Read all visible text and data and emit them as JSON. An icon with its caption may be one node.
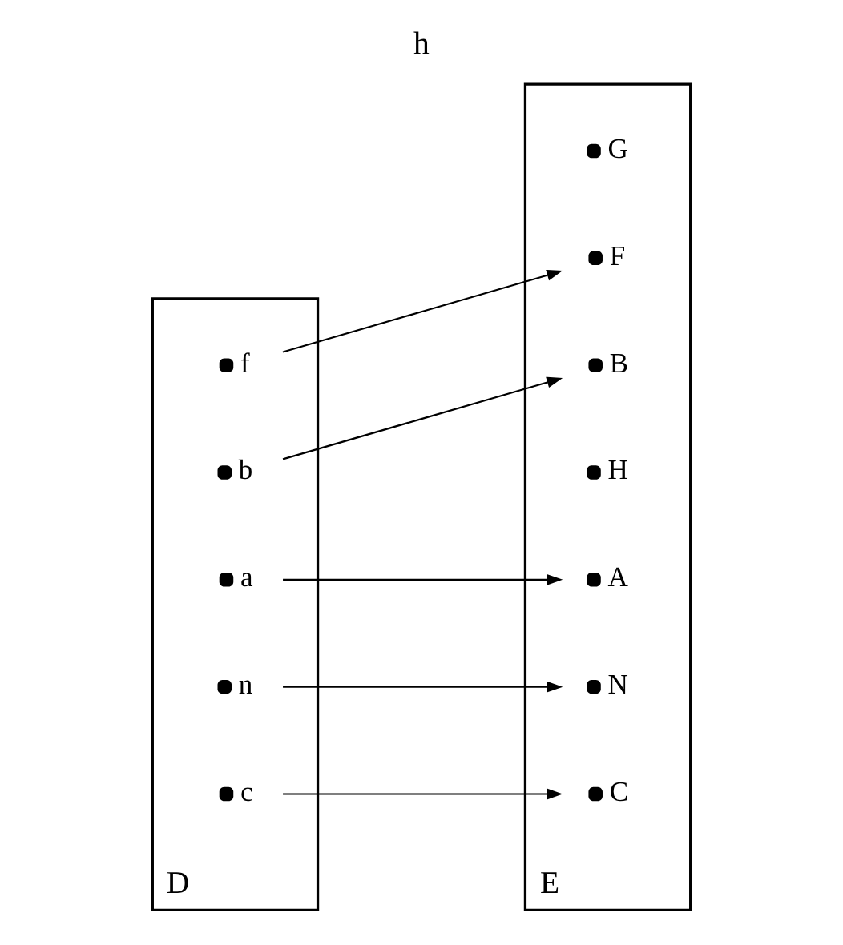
{
  "diagram": {
    "title": "h",
    "nodes": [
      {
        "text": [
          "D"
        ]
      },
      {
        "text": [
          "f"
        ],
        "in": 0
      },
      {
        "text": [
          "b"
        ],
        "in": 0
      },
      {
        "text": [
          "a"
        ],
        "in": 0
      },
      {
        "text": [
          "n"
        ],
        "in": 0
      },
      {
        "text": [
          "c"
        ],
        "in": 0
      },
      {
        "text": [
          "E"
        ]
      },
      {
        "text": [
          "B"
        ],
        "in": 6
      },
      {
        "text": [
          "G"
        ],
        "in": 6
      },
      {
        "text": [
          "F"
        ],
        "in": 6
      },
      {
        "text": [
          "C"
        ],
        "in": 6
      },
      {
        "text": [
          "H"
        ],
        "in": 6
      },
      {
        "text": [
          "A"
        ],
        "in": 6
      },
      {
        "text": [
          "N"
        ],
        "in": 6
      }
    ],
    "edges": [
      {
        "from": 1,
        "to": 9,
        "arrow": "to"
      },
      {
        "from": 2,
        "to": 7,
        "arrow": "to"
      },
      {
        "from": 3,
        "to": 12,
        "arrow": "to"
      },
      {
        "from": 4,
        "to": 13,
        "arrow": "to"
      },
      {
        "from": 5,
        "to": 10,
        "arrow": "to"
      }
    ]
  }
}
